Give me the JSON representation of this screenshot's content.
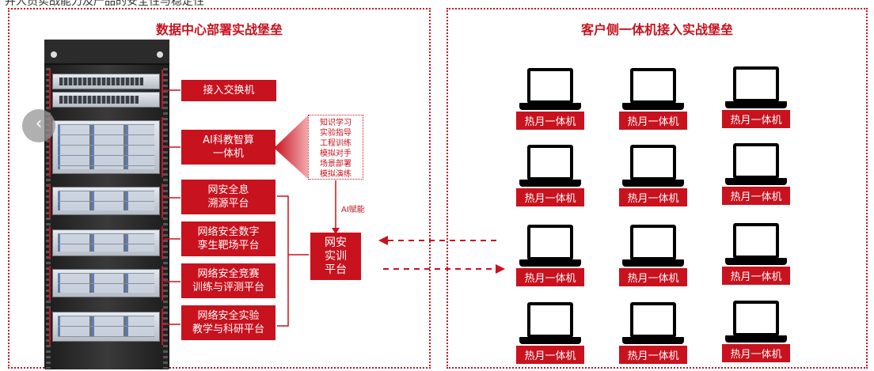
{
  "top_caption": "并人员实战能力及产品的安全性与稳定性",
  "left_panel": {
    "title": "数据中心部署实战堡垒"
  },
  "right_panel": {
    "title": "客户侧一体机接入实战堡垒"
  },
  "rack_labels": [
    "接入交换机",
    "AI科教智算\n一体机",
    "网安全息\n溯源平台",
    "网络安全数字\n孪生靶场平台",
    "网络安全竞赛\n训练与评测平台",
    "网络安全实验\n教学与科研平台"
  ],
  "info_items": [
    "知识学习",
    "实验指导",
    "工程训练",
    "模拟对手",
    "场景部署",
    "模拟演练"
  ],
  "ai_empower_label": "AI赋能",
  "center_platform": "网安\n实训\n平台",
  "laptop_label": "热月一体机",
  "laptops": [
    "热月一体机",
    "热月一体机",
    "热月一体机",
    "热月一体机",
    "热月一体机",
    "热月一体机",
    "热月一体机",
    "热月一体机",
    "热月一体机",
    "热月一体机",
    "热月一体机",
    "热月一体机"
  ],
  "colors": {
    "accent": "#c8121e",
    "rack": "#2b2b2b"
  },
  "icons": [
    "chevron-left-icon",
    "laptop-icon",
    "server-icon",
    "switch-icon"
  ]
}
